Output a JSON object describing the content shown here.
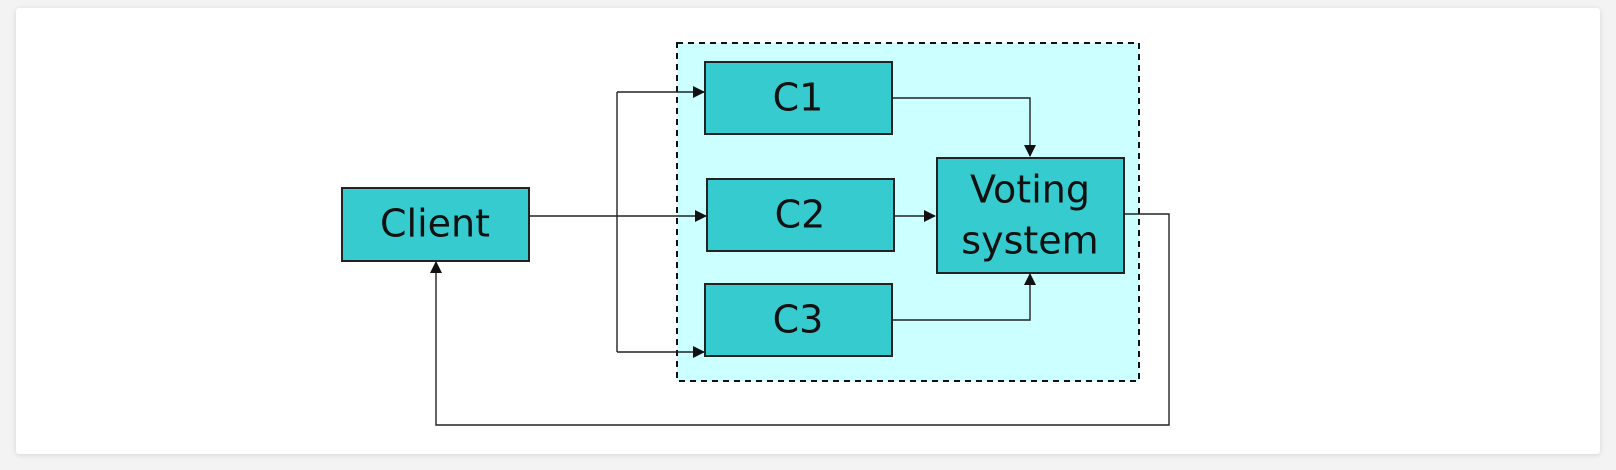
{
  "diagram": {
    "nodes": {
      "client": "Client",
      "c1": "C1",
      "c2": "C2",
      "c3": "C3",
      "voting_line1": "Voting",
      "voting_line2": "system"
    },
    "edges": [
      {
        "from": "Client",
        "to": "C1"
      },
      {
        "from": "Client",
        "to": "C2"
      },
      {
        "from": "Client",
        "to": "C3"
      },
      {
        "from": "C1",
        "to": "Voting system"
      },
      {
        "from": "C2",
        "to": "Voting system"
      },
      {
        "from": "C3",
        "to": "Voting system"
      },
      {
        "from": "Voting system",
        "to": "Client"
      }
    ],
    "colors": {
      "box_fill": "#36cccf",
      "group_fill": "#ccffff",
      "stroke": "#222222"
    }
  }
}
